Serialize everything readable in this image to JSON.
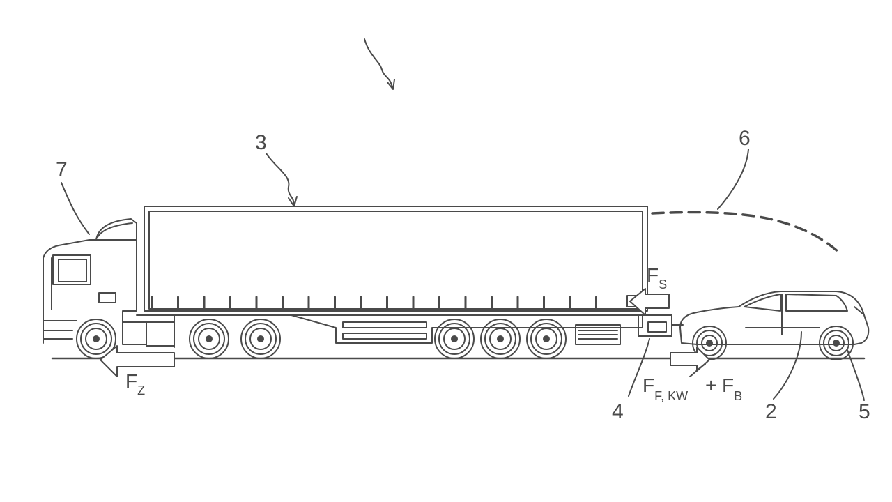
{
  "figure": {
    "reference_numerals": {
      "truck_cab": "7",
      "trailer": "3",
      "aero_curve": "6",
      "coupling": "4",
      "car": "2",
      "car_wheel": "5"
    },
    "forces": {
      "traction": {
        "main": "F",
        "sub": "Z"
      },
      "support": {
        "main": "F",
        "sub": "S"
      },
      "car_force_1": {
        "main": "F",
        "sub": "F, KW"
      },
      "plus": "+",
      "car_force_2": {
        "main": "F",
        "sub": "B"
      }
    },
    "colors": {
      "stroke": "#4a4a4a",
      "background": "#ffffff"
    }
  }
}
